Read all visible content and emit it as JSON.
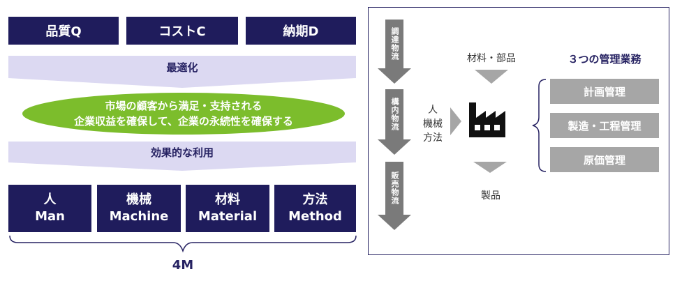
{
  "left": {
    "qcd": [
      "品質Q",
      "コストC",
      "納期D"
    ],
    "optimization": "最適化",
    "goal_lines": [
      "市場の顧客から満足・支持される",
      "企業収益を確保して、企業の永続性を確保する"
    ],
    "effective_use": "効果的な利用",
    "resources": [
      {
        "jp": "人",
        "en": "Man"
      },
      {
        "jp": "機械",
        "en": "Machine"
      },
      {
        "jp": "材料",
        "en": "Material"
      },
      {
        "jp": "方法",
        "en": "Method"
      }
    ],
    "four_m": "4M"
  },
  "right": {
    "logistics": [
      "調達物流",
      "構内物流",
      "販売物流"
    ],
    "inputs_top": "材料・部品",
    "inputs_side": [
      "人",
      "機械",
      "方法"
    ],
    "output": "製品",
    "mgmt_title": "３つの管理業務",
    "mgmt_items": [
      "計画管理",
      "製造・工程管理",
      "原価管理"
    ]
  }
}
